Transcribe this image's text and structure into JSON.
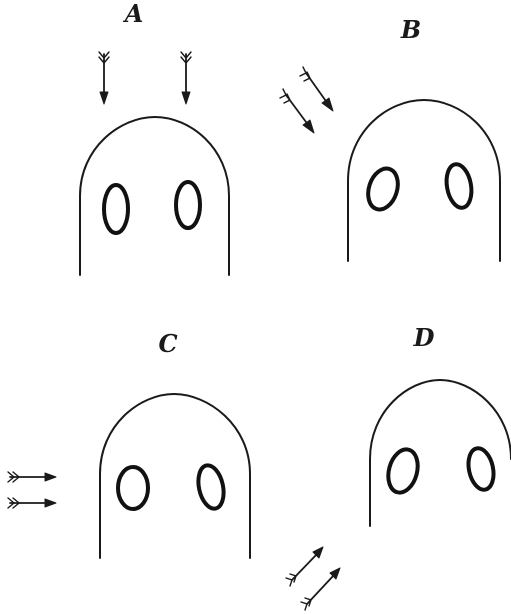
{
  "panels": [
    {
      "label": "A",
      "arrows": "from-above"
    },
    {
      "label": "B",
      "arrows": "from-upper-left"
    },
    {
      "label": "C",
      "arrows": "from-left"
    },
    {
      "label": "D",
      "arrows": "from-lower-left"
    }
  ],
  "colors": {
    "ink": "#1a1a1a",
    "paper": "#ffffff"
  }
}
